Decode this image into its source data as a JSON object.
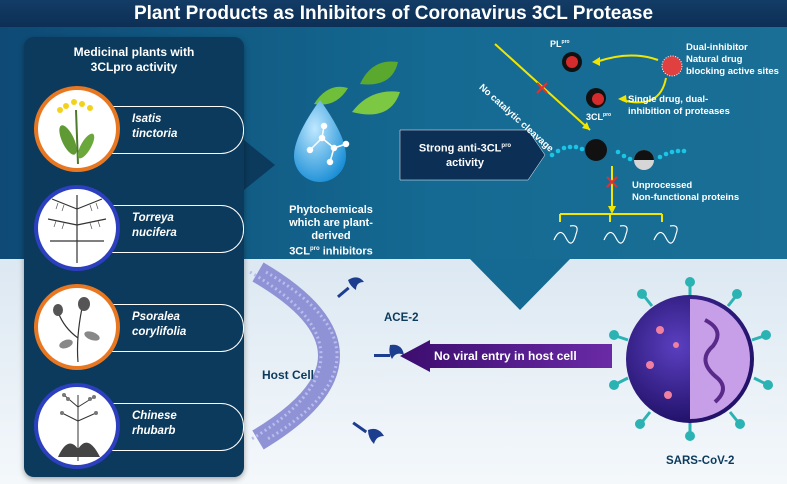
{
  "title": "Plant Products as Inhibitors of Coronavirus 3CL Protease",
  "panel": {
    "heading_line1": "Medicinal plants with",
    "heading_line2": "3CLpro activity",
    "plants": [
      {
        "line1": "Isatis",
        "line2": "tinctoria",
        "ring": "#e87722"
      },
      {
        "line1": "Torreya",
        "line2": "nucifera",
        "ring": "#2c3fbf"
      },
      {
        "line1": "Psoralea",
        "line2": "corylifolia",
        "ring": "#e87722"
      },
      {
        "line1": "Chinese",
        "line2": "rhubarb",
        "ring": "#2c3fbf"
      }
    ]
  },
  "phytochemicals": {
    "line1": "Phytochemicals",
    "line2": "which are plant-derived",
    "line3_main": "3CL",
    "line3_sup": "pro",
    "line3_tail": " inhibitors"
  },
  "arrow_box": {
    "line1_main": "Strong anti-3CL",
    "line1_sup": "pro",
    "line2": "activity"
  },
  "mechanism": {
    "pl_main": "PL",
    "pl_sup": "pro",
    "cl_main": "3CL",
    "cl_sup": "pro",
    "no_cleavage": "No catalytic cleavage",
    "dual_line1": "Dual-inhibitor",
    "dual_line2": "Natural drug",
    "dual_line3": "blocking active sites",
    "single_line1": "Single drug, dual-",
    "single_line2": "inhibition of proteases",
    "unprocessed_line1": "Unprocessed",
    "unprocessed_line2": "Non-functional proteins"
  },
  "host": {
    "receptor_label": "ACE-2",
    "cell_label": "Host Cell"
  },
  "entry_banner": "No viral entry in host cell",
  "virus_label": "SARS-CoV-2",
  "colors": {
    "navy": "#0b3a5c",
    "teal": "#146a92",
    "orange_ring": "#e87722",
    "blue_ring": "#2c3fbf",
    "yellow_arrow": "#f2e600",
    "purple_banner": "#5a1a8c",
    "virus_purple": "#3a1f8a",
    "membrane": "#8f93d6"
  }
}
